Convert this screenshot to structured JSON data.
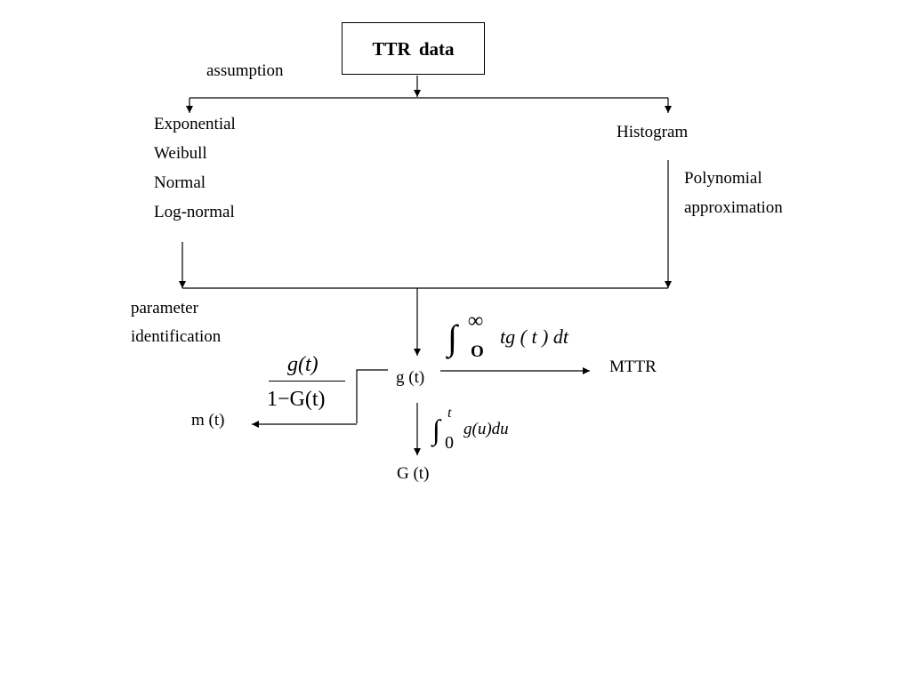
{
  "title_box": {
    "label": "TTR  data"
  },
  "assumption_label": "assumption",
  "distributions": [
    "Exponential",
    "Weibull",
    "Normal",
    "Log-normal"
  ],
  "histogram_label": "Histogram",
  "polynomial_label": [
    "Polynomial",
    "approximation"
  ],
  "parameter_label": [
    "parameter",
    "identification"
  ],
  "nodes": {
    "density": "g (t)",
    "mttr": "MTTR",
    "hazard": "m (t)",
    "cdf": "G (t)"
  },
  "formulas": {
    "mttr_integral": {
      "sign": "∫",
      "upper": "∞",
      "lower": "O",
      "integrand": "tg ( t ) dt"
    },
    "cdf_integral": {
      "sign": "∫",
      "upper": "t",
      "lower": "0",
      "integrand": "g(u)du"
    },
    "hazard_fraction": {
      "numerator": "g(t)",
      "denominator": "1−G(t)"
    }
  },
  "colors": {
    "line": "#000000",
    "background": "#ffffff"
  }
}
